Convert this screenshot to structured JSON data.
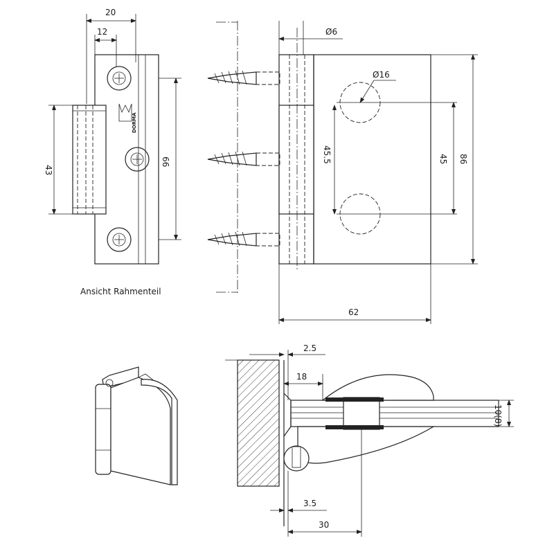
{
  "caption": "Ansicht Rahmenteil",
  "brand": "DORMA",
  "dims": {
    "frame_width": "20",
    "frame_hole_offset": "12",
    "frame_knuckle_height": "43",
    "frame_hole_spacing": "66",
    "pin_diameter": "Ø6",
    "hole_diameter": "Ø16",
    "knuckle_height": "45.5",
    "hole_spacing": "45",
    "total_height": "86",
    "total_width": "62",
    "gap": "2.5",
    "plate_offset": "18",
    "glass_thickness": "10(8)",
    "pin_offset": "3.5",
    "depth": "30"
  },
  "colors": {
    "line": "#222222",
    "background": "#ffffff"
  }
}
